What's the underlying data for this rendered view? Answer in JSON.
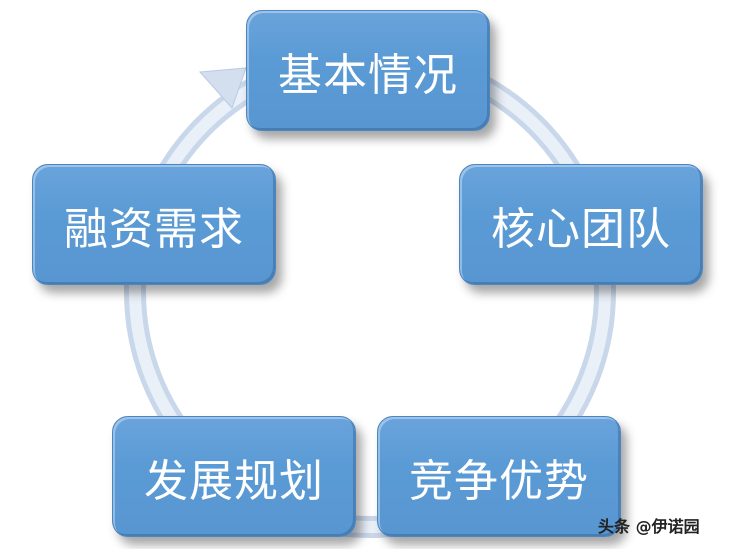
{
  "diagram": {
    "type": "cycle",
    "nodes": [
      {
        "id": "basic-info",
        "label": "基本情况"
      },
      {
        "id": "core-team",
        "label": "核心团队"
      },
      {
        "id": "competitive-advantage",
        "label": "竞争优势"
      },
      {
        "id": "development-plan",
        "label": "发展规划"
      },
      {
        "id": "financing-needs",
        "label": "融资需求"
      }
    ],
    "flow_direction": "clockwise",
    "colors": {
      "node_fill": "#5b9bd5",
      "node_text": "#ffffff",
      "ring": "#d6e2f0"
    }
  },
  "watermark": "头条 @伊诺园"
}
